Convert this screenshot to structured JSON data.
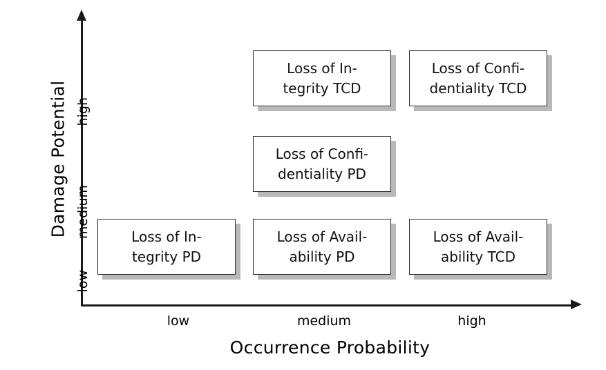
{
  "chart_data": {
    "type": "table",
    "title": "",
    "xlabel": "Occurrence Probability",
    "ylabel": "Damage Potential",
    "x_categories": [
      "low",
      "medium",
      "high"
    ],
    "y_categories": [
      "low",
      "medium",
      "high"
    ],
    "grid": false,
    "legend": "none",
    "cells": [
      {
        "x": "medium",
        "y": "high",
        "line1": "Loss of In-",
        "line2": "tegrity TCD"
      },
      {
        "x": "high",
        "y": "high",
        "line1": "Loss of Confi-",
        "line2": "dentiality TCD"
      },
      {
        "x": "medium",
        "y": "medium",
        "line1": "Loss of Confi-",
        "line2": "dentiality PD"
      },
      {
        "x": "low",
        "y": "low",
        "line1": "Loss of In-",
        "line2": "tegrity PD"
      },
      {
        "x": "medium",
        "y": "low",
        "line1": "Loss of Avail-",
        "line2": "ability PD"
      },
      {
        "x": "high",
        "y": "low",
        "line1": "Loss of Avail-",
        "line2": "ability TCD"
      }
    ],
    "colors": {
      "axis": "#1a1a1a",
      "box_border": "#2b2b2b",
      "box_fill": "#ffffff",
      "box_shadow": "#b9b9b9",
      "background": "#ffffff",
      "text": "#111111"
    }
  },
  "axes": {
    "y": {
      "title": "Damage Potential",
      "ticks": {
        "high": "high",
        "medium": "medium",
        "low": "low"
      }
    },
    "x": {
      "title": "Occurrence Probability",
      "ticks": {
        "low": "low",
        "medium": "medium",
        "high": "high"
      }
    }
  },
  "boxes": {
    "integrity_tcd": {
      "line1": "Loss of In-",
      "line2": "tegrity TCD"
    },
    "confidentiality_tcd": {
      "line1": "Loss of Confi-",
      "line2": "dentiality TCD"
    },
    "confidentiality_pd": {
      "line1": "Loss of Confi-",
      "line2": "dentiality PD"
    },
    "integrity_pd": {
      "line1": "Loss of In-",
      "line2": "tegrity PD"
    },
    "availability_pd": {
      "line1": "Loss of Avail-",
      "line2": "ability PD"
    },
    "availability_tcd": {
      "line1": "Loss of Avail-",
      "line2": "ability TCD"
    }
  }
}
